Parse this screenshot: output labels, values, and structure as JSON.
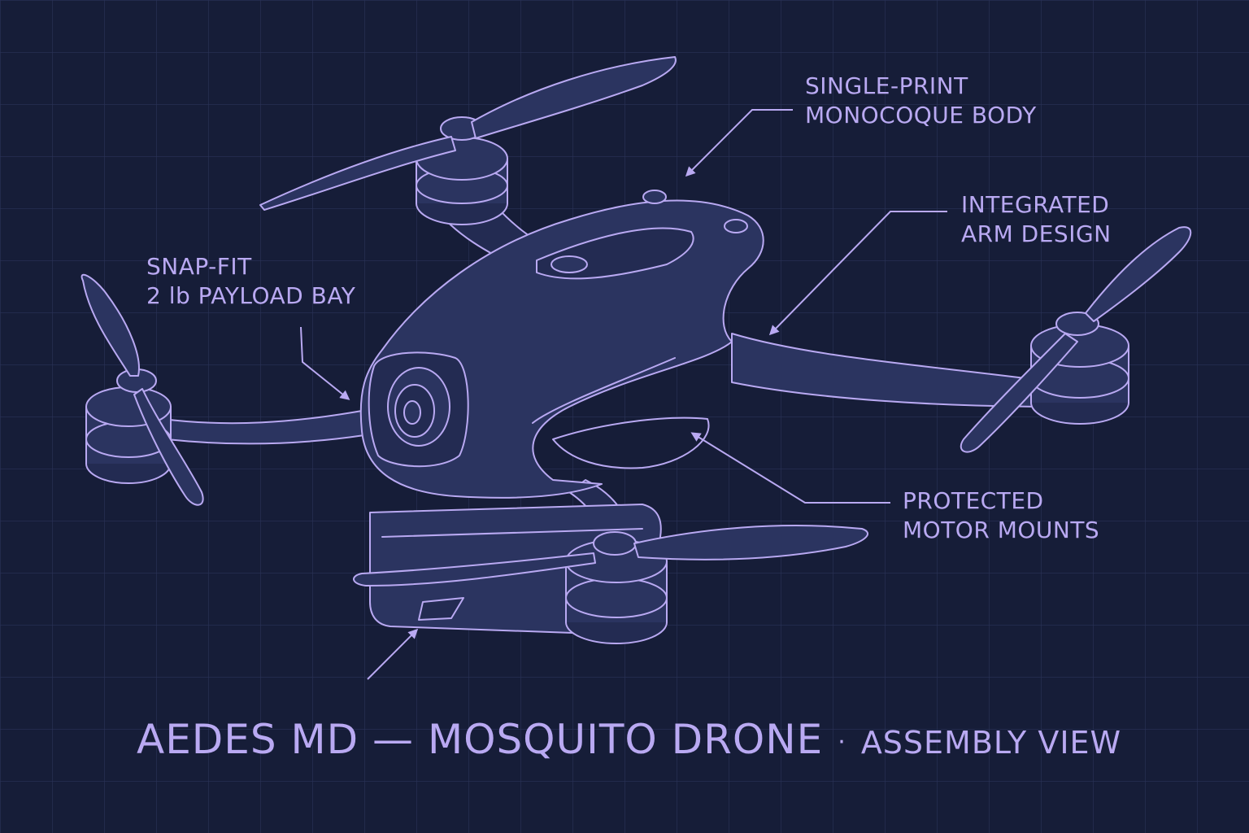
{
  "colors": {
    "background": "#161d38",
    "grid": "#2a3257",
    "line": "#b9a9f2",
    "body_fill": "#2b3460",
    "body_fill_dark": "#232b52"
  },
  "callouts": {
    "body": [
      "SINGLE-PRINT",
      "MONOCOQUE BODY"
    ],
    "arm": [
      "INTEGRATED",
      "ARM DESIGN"
    ],
    "payload": [
      "SNAP-FIT",
      "2 lb PAYLOAD BAY"
    ],
    "mounts": [
      "PROTECTED",
      "MOTOR MOUNTS"
    ]
  },
  "title": {
    "main": "AEDES MD — MOSQUITO DRONE",
    "separator": "·",
    "sub": "ASSEMBLY VIEW"
  }
}
